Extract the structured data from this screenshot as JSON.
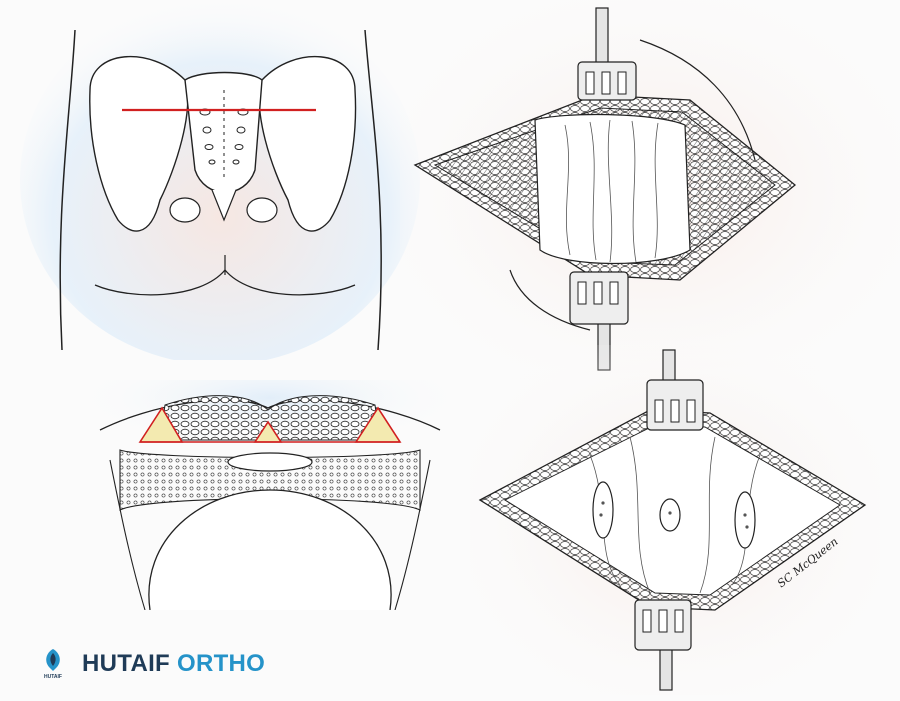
{
  "brand": {
    "word1": "HUTAIF",
    "word2": "ORTHO",
    "logo_small_text": "HUTAIF",
    "colors": {
      "dark": "#1f3b57",
      "accent": "#2593c9"
    }
  },
  "illustration": {
    "signature": "SC McQueen",
    "incision_line_color": "#d12020",
    "graft_fill_color": "#f3eab0"
  }
}
